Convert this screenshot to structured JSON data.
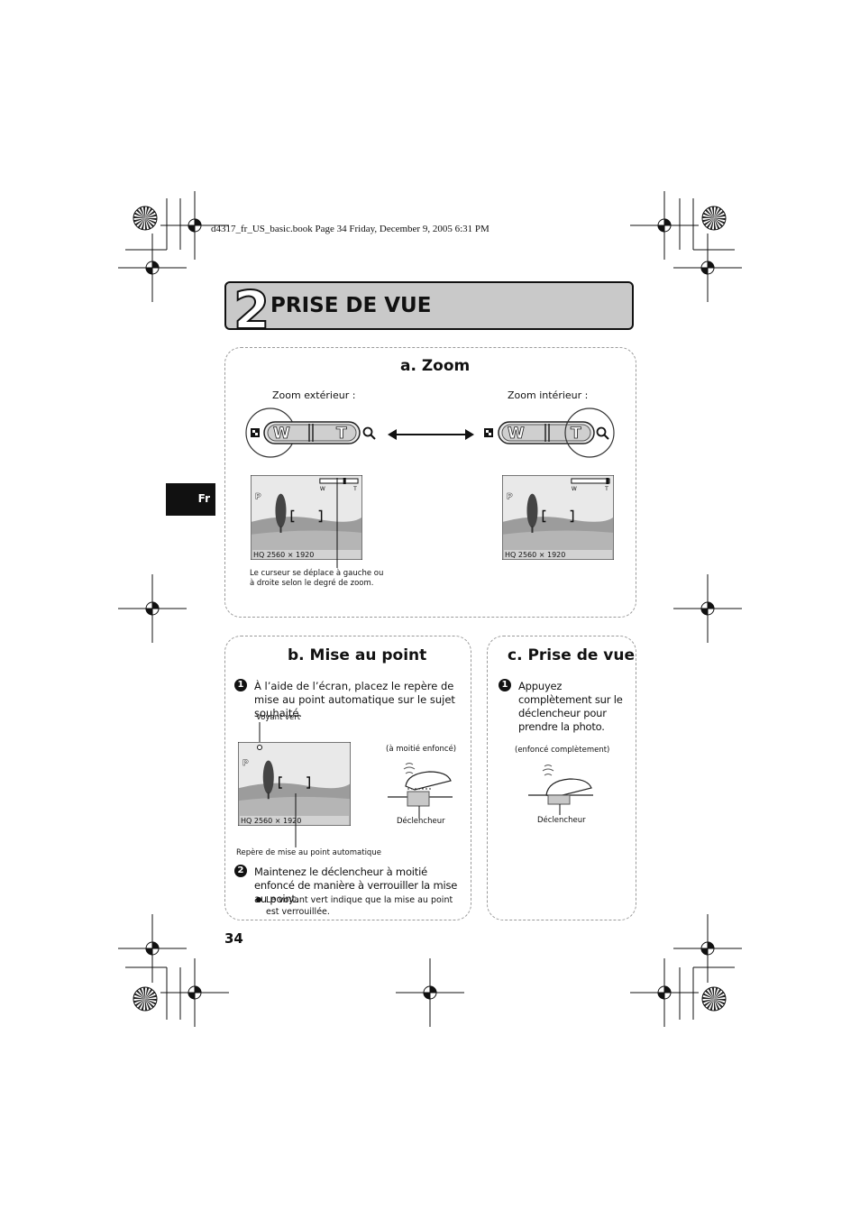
{
  "header_line": "d4317_fr_US_basic.book  Page 34  Friday, December 9, 2005  6:31 PM",
  "chapter": {
    "number": "2",
    "title": "PRISE DE VUE"
  },
  "side_tab": "Fr",
  "zoom": {
    "title": "a. Zoom",
    "label_out": "Zoom extérieur :",
    "label_in": "Zoom intérieur :",
    "lever_w": "W",
    "lever_t": "T",
    "cursor_caption": "Le curseur se déplace à gauche ou à droite selon le degré de zoom."
  },
  "screen": {
    "mode": "P",
    "bar_w": "W",
    "bar_t": "T",
    "info": "2560 × 1920",
    "quality": "HQ"
  },
  "focus": {
    "title": "b. Mise au point",
    "step1_num": "1",
    "step1_text": "À l’aide de l’écran, placez le repère de mise au point automatique sur le sujet souhaité.",
    "green_light": "Voyant vert",
    "half_press": "(à moitié enfoncé)",
    "shutter_label": "Déclencheur",
    "af_mark": "Repère de mise au point automatique",
    "step2_num": "2",
    "step2_text": "Maintenez le déclencheur à moitié enfoncé de manière à verrouiller la mise au point.",
    "step2_bullet": "Le voyant vert indique que la mise au point est verrouillée."
  },
  "shoot": {
    "title": "c. Prise de vue",
    "step1_num": "1",
    "step1_text": "Appuyez complètement sur le déclencheur pour prendre la photo.",
    "full_press": "(enfoncé complètement)",
    "shutter_label": "Déclencheur"
  },
  "page_number": "34"
}
